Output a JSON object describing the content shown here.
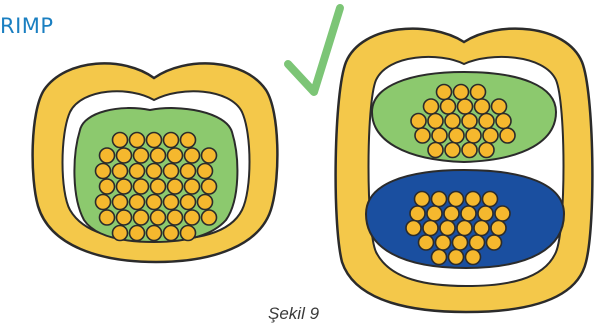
{
  "heading": "RIMP",
  "caption": "Şekil 9",
  "colors": {
    "crimp": "#f4c84a",
    "outline": "#2b2b2b",
    "green_compartment": "#8cc96e",
    "blue_compartment": "#1a4fa0",
    "wire": "#f5b82e",
    "checkmark": "#7cc576",
    "heading": "#1a7fc1"
  },
  "figures": [
    {
      "name": "single-bundle-crimp",
      "bundles": [
        "green"
      ]
    },
    {
      "name": "split-bundle-crimp",
      "bundles": [
        "green",
        "blue"
      ],
      "marked_correct": true
    }
  ],
  "icons": {
    "approval": "check-mark-icon"
  }
}
